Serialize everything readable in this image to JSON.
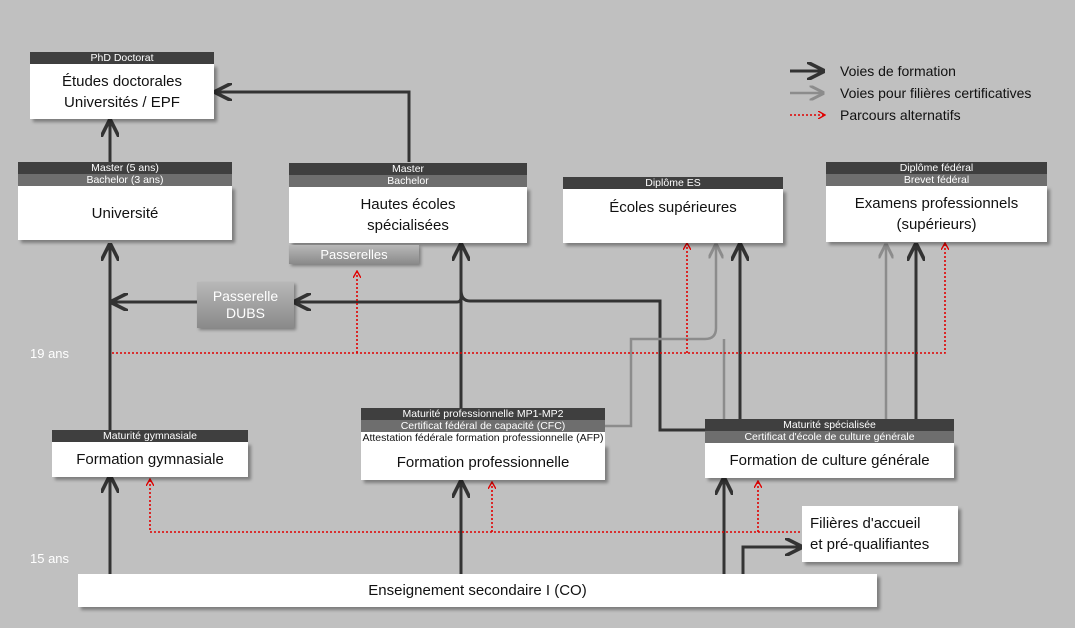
{
  "boxes": {
    "doctorat": {
      "header": "PhD Doctorat",
      "text": "Études doctorales\nUniversités / EPF"
    },
    "universite": {
      "header1": "Master (5 ans)",
      "header2": "Bachelor (3 ans)",
      "text": "Université"
    },
    "hes": {
      "header1": "Master",
      "header2": "Bachelor",
      "text": "Hautes écoles\nspécialisées",
      "passerelles": "Passerelles"
    },
    "es": {
      "header": "Diplôme ES",
      "text": "Écoles supérieures"
    },
    "examens": {
      "header1": "Diplôme fédéral",
      "header2": "Brevet fédéral",
      "text": "Examens professionnels\n(supérieurs)"
    },
    "dubs": {
      "text": "Passerelle\nDUBS"
    },
    "gymnasiale": {
      "header": "Maturité gymnasiale",
      "text": "Formation gymnasiale"
    },
    "professionnelle": {
      "header1": "Maturité professionnelle MP1-MP2",
      "header2": "Certificat fédéral de capacité (CFC)",
      "header3": "Attestation fédérale formation professionnelle (AFP)",
      "text": "Formation professionnelle"
    },
    "culture": {
      "header1": "Maturité spécialisée",
      "header2": "Certificat d'école de culture générale",
      "text": "Formation de culture générale"
    },
    "accueil": {
      "text": "Filières d'accueil\net pré-qualifiantes"
    },
    "secondaire": {
      "text": "Enseignement secondaire I (CO)"
    }
  },
  "ages": {
    "age19": "19 ans",
    "age15": "15 ans"
  },
  "legend": {
    "items": [
      {
        "label": "Voies de formation",
        "color": "#333333",
        "style": "solid"
      },
      {
        "label": "Voies pour filières certificatives",
        "color": "#8c8c8c",
        "style": "solid"
      },
      {
        "label": "Parcours alternatifs",
        "color": "#e00000",
        "style": "dotted"
      }
    ]
  },
  "colors": {
    "background": "#c0c0c0",
    "dark_path": "#333333",
    "grey_path": "#8c8c8c",
    "alt_path": "#e00000"
  }
}
